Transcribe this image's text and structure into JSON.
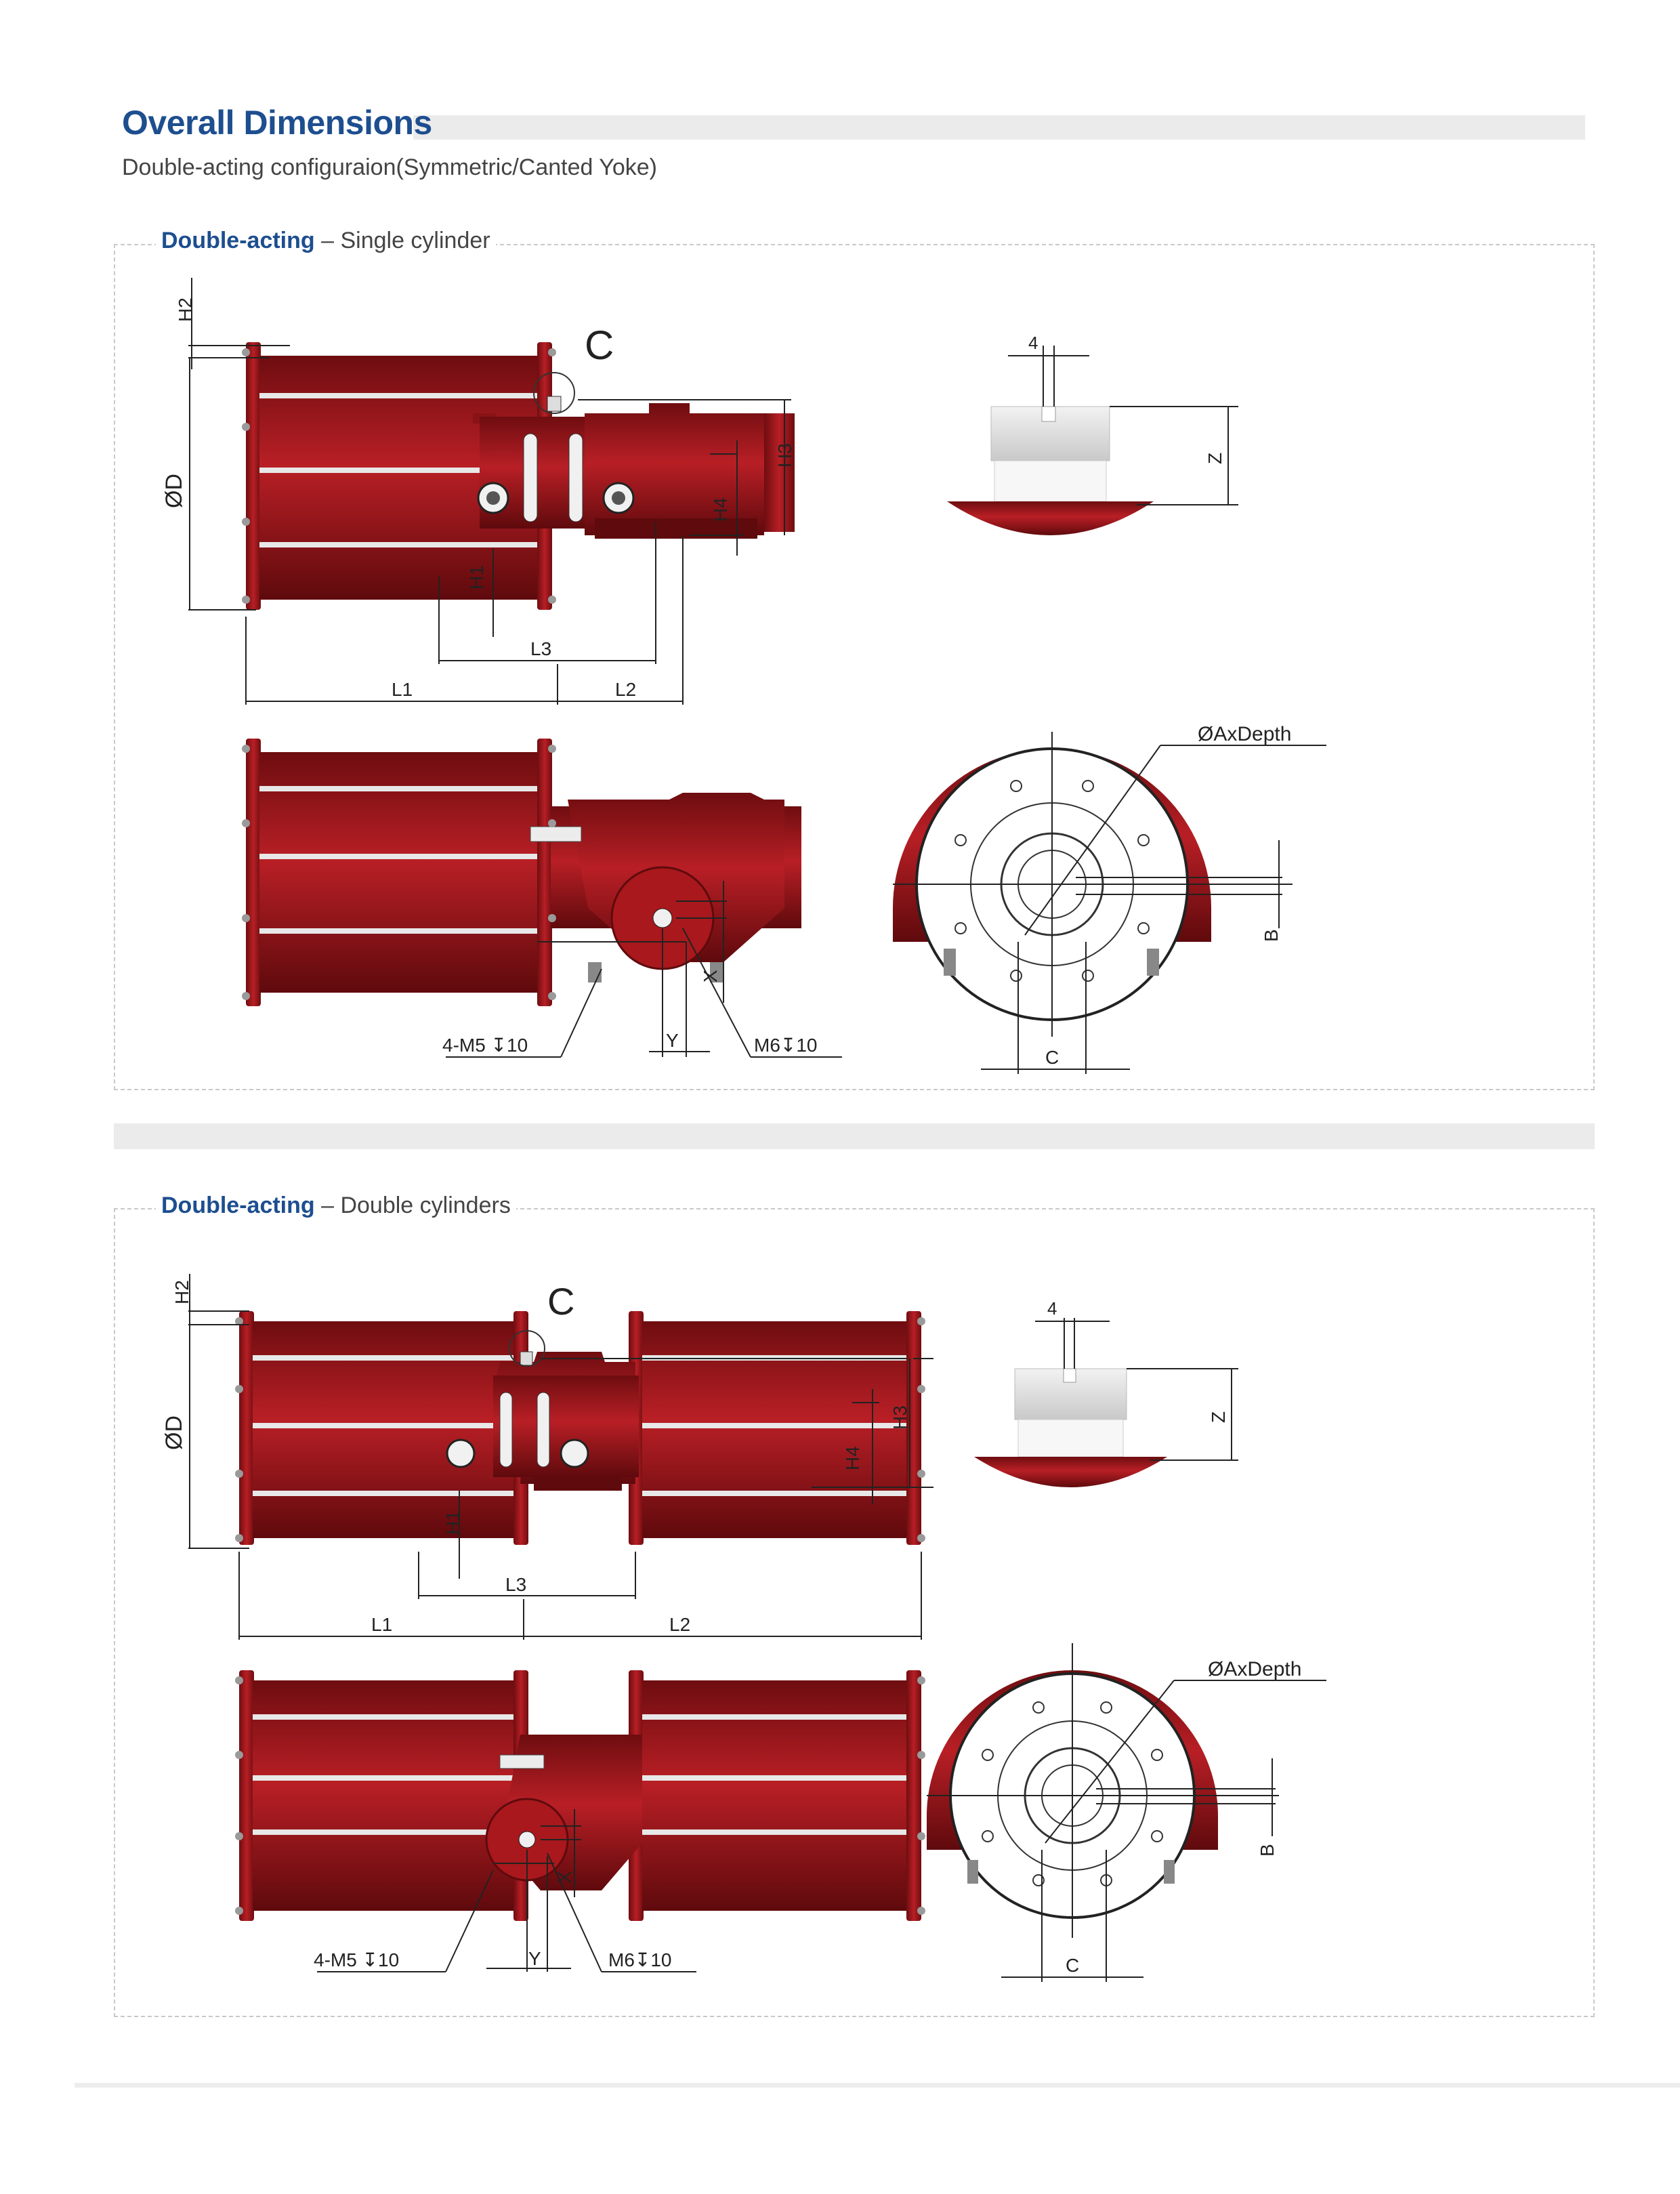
{
  "header": {
    "title": "Overall Dimensions",
    "subtitle": "Double-acting configuraion(Symmetric/Canted Yoke)"
  },
  "sections": [
    {
      "label_bold": "Double-acting",
      "label_rest": " – Single cylinder",
      "dims": {
        "H2": "H2",
        "D": "ØD",
        "C": "C",
        "H3": "H3",
        "H4": "H4",
        "H1": "H1",
        "L3": "L3",
        "L1": "L1",
        "L2": "L2",
        "slot": "4",
        "Z": "Z",
        "X": "X",
        "Y": "Y",
        "bolts": "4-M5 ↧10",
        "tap": "M6↧10",
        "bore": "ØAxDepth",
        "B": "B",
        "C2": "C"
      }
    },
    {
      "label_bold": "Double-acting",
      "label_rest": " – Double cylinders",
      "dims": {
        "H2": "H2",
        "D": "ØD",
        "C": "C",
        "H3": "H3",
        "H4": "H4",
        "H1": "H1",
        "L3": "L3",
        "L1": "L1",
        "L2": "L2",
        "slot": "4",
        "Z": "Z",
        "X": "X",
        "Y": "Y",
        "bolts": "4-M5 ↧10",
        "tap": "M6↧10",
        "bore": "ØAxDepth",
        "B": "B",
        "C2": "C"
      }
    }
  ],
  "colors": {
    "accent": "#1d4e8f",
    "body_red": "#a11a1f",
    "body_red_dark": "#6e0d10",
    "panel_gray": "#ebebeb"
  }
}
